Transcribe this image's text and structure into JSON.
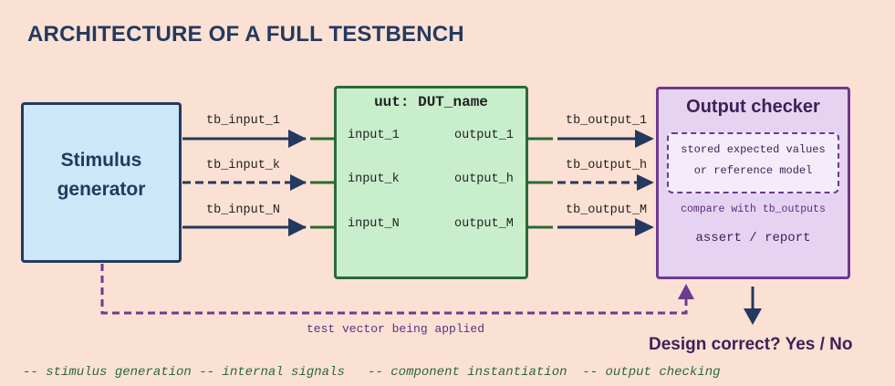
{
  "title": "ARCHITECTURE OF A FULL TESTBENCH",
  "stimulus": {
    "label": "Stimulus\ngenerator"
  },
  "dut": {
    "title": "uut: DUT_name",
    "inputs": [
      "input_1",
      "input_k",
      "input_N"
    ],
    "outputs": [
      "output_1",
      "output_h",
      "output_M"
    ]
  },
  "signals": {
    "inputs": [
      "tb_input_1",
      "tb_input_k",
      "tb_input_N"
    ],
    "outputs": [
      "tb_output_1",
      "tb_output_h",
      "tb_output_M"
    ]
  },
  "checker": {
    "title": "Output checker",
    "stored": "stored expected values\nor reference model",
    "compare": "compare with tb_outputs",
    "assert": "assert / report"
  },
  "vector_label": "test vector being applied",
  "result": "Design correct? Yes / No",
  "comments": "-- stimulus generation -- internal signals   -- component instantiation  -- output checking",
  "colors": {
    "background": "#fbe1d3",
    "navy": "#24395f",
    "green": "#2a6a35",
    "purple": "#6c3a91"
  }
}
